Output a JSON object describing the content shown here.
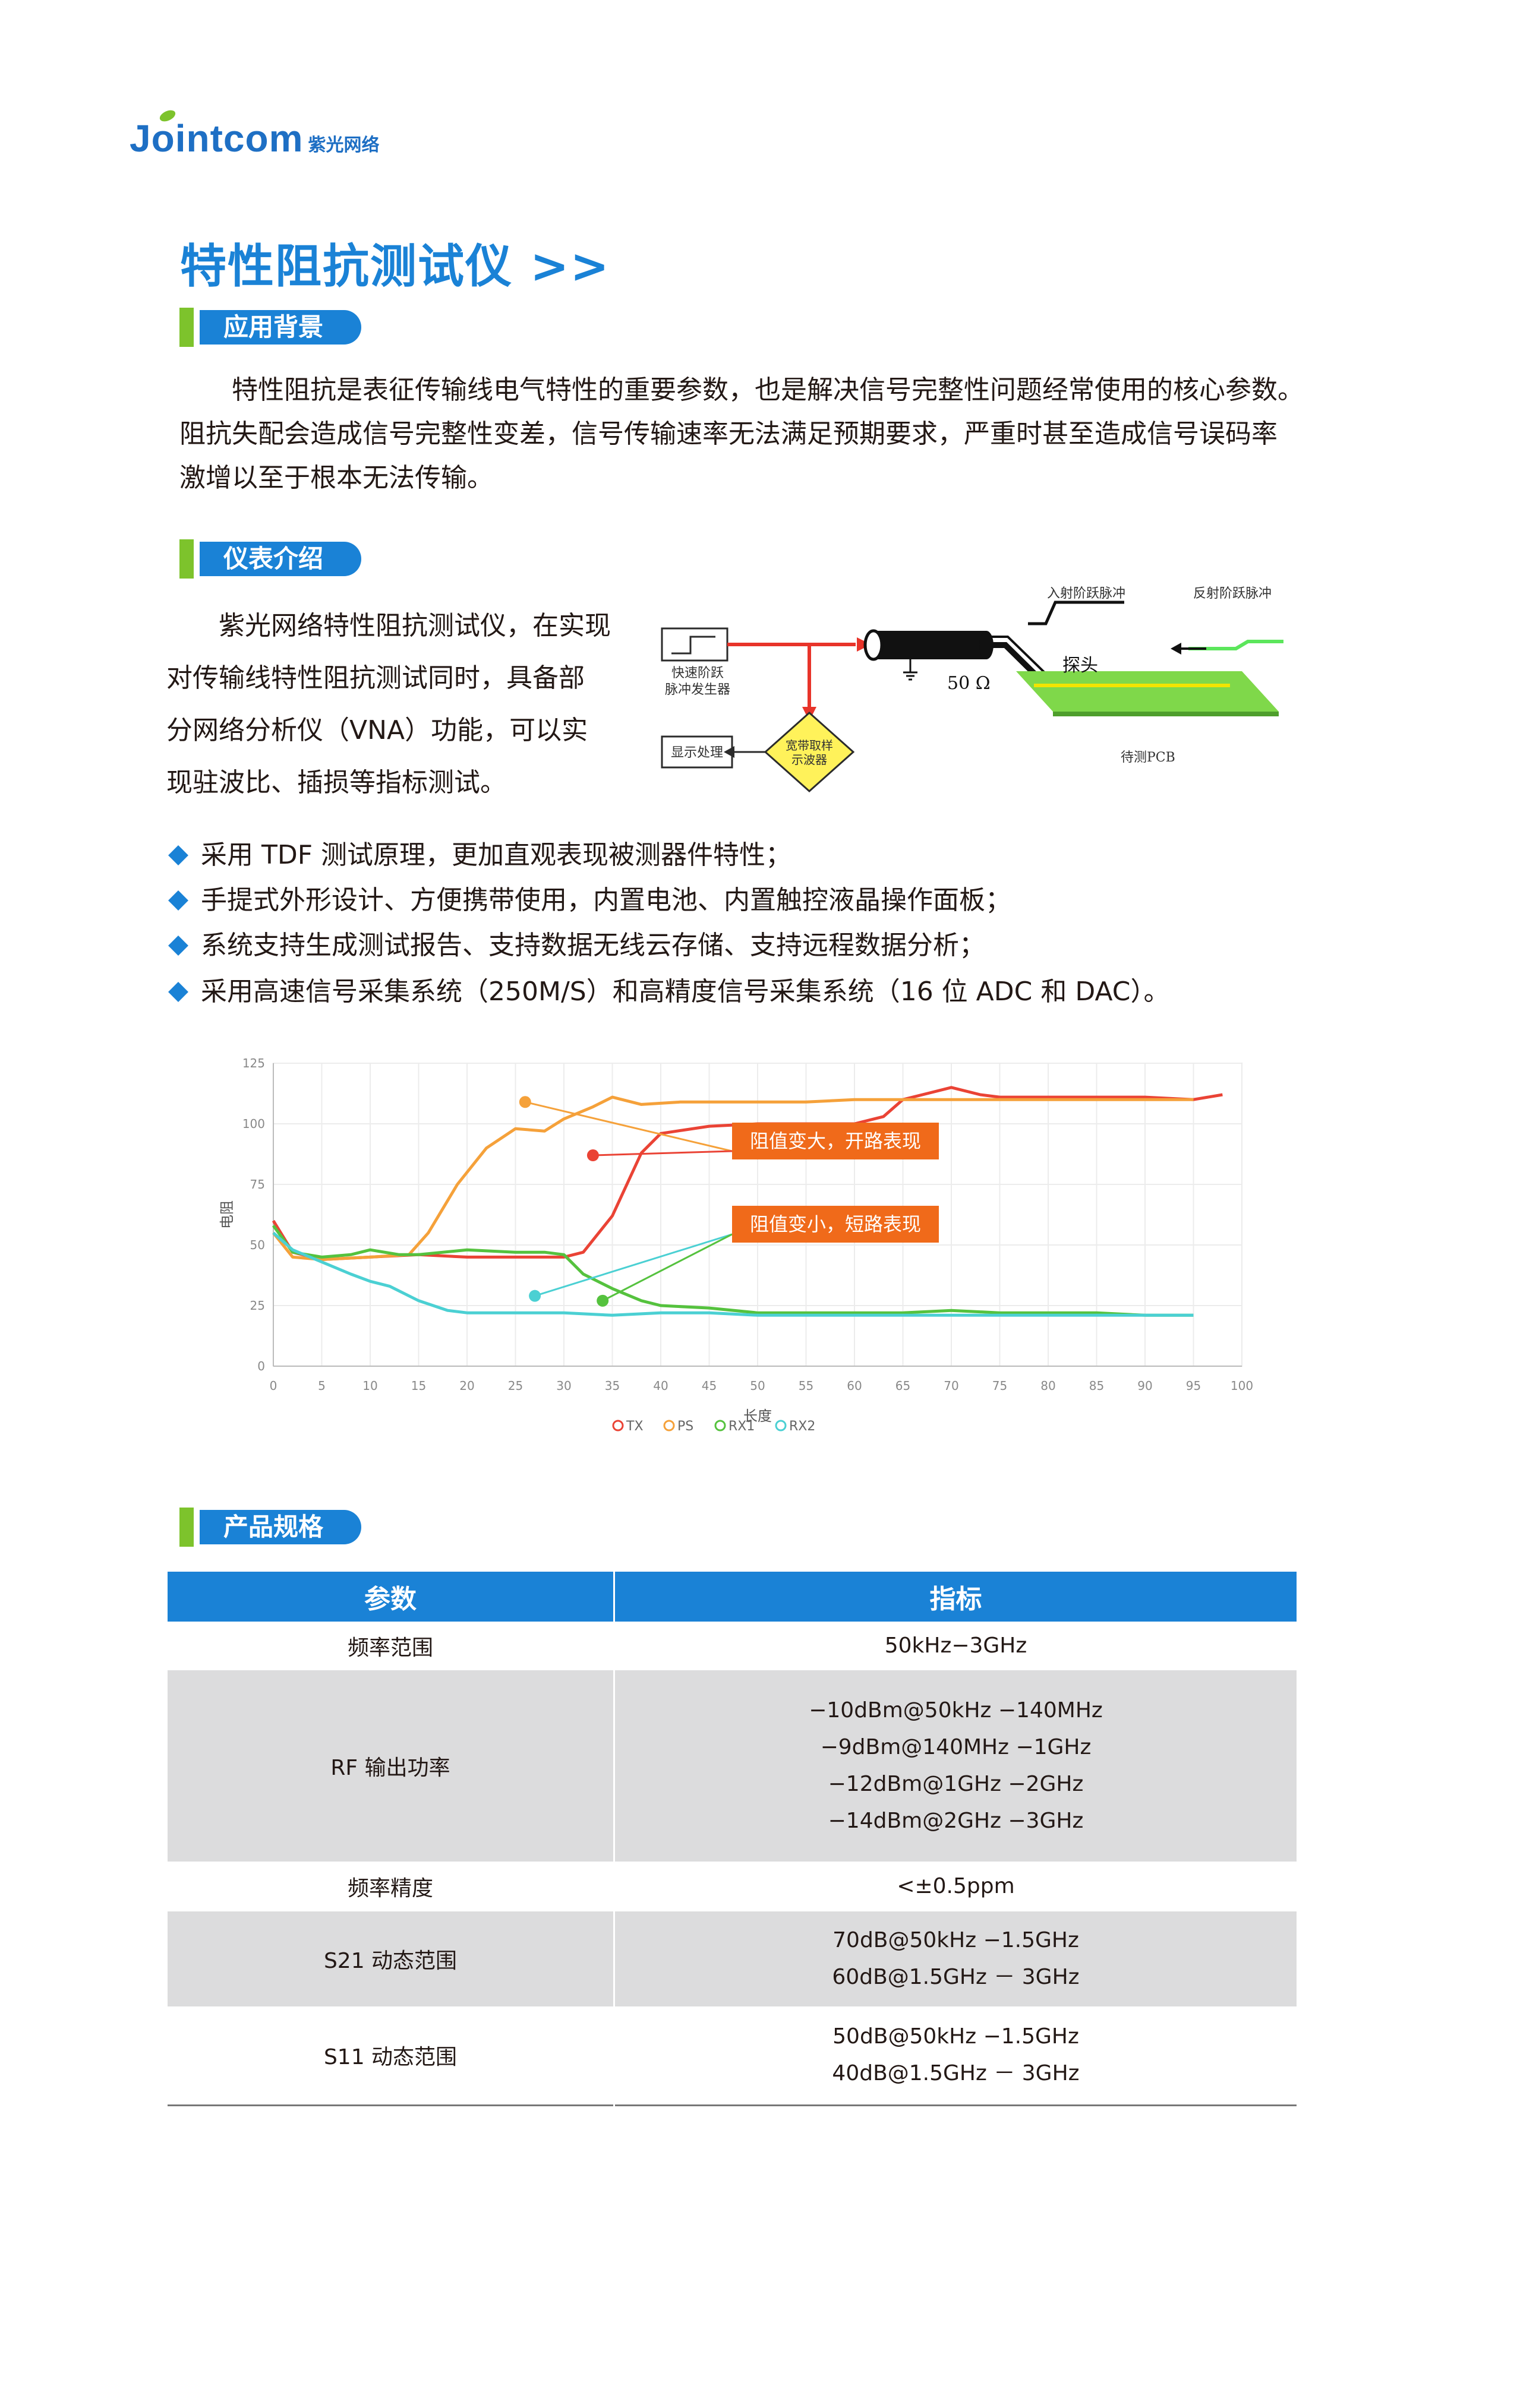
{
  "brand": {
    "logo_word": "Jointcom",
    "logo_cn": "紫光网络"
  },
  "title": "特性阻抗测试仪 >>",
  "sections": {
    "background": {
      "heading": "应用背景",
      "lines": [
        "特性阻抗是表征传输线电气特性的重要参数，也是解决信号完整性问题经常使用的核心参数。",
        "阻抗失配会造成信号完整性变差，信号传输速率无法满足预期要求，严重时甚至造成信号误码率",
        "激增以至于根本无法传输。"
      ]
    },
    "intro": {
      "heading": "仪表介绍",
      "lines": [
        "紫光网络特性阻抗测试仪，在实现",
        "对传输线特性阻抗测试同时，具备部",
        "分网络分析仪（VNA）功能，可以实",
        "现驻波比、插损等指标测试。"
      ]
    },
    "specs": {
      "heading": "产品规格"
    }
  },
  "diagram": {
    "generator": "快速阶跃\n脉冲发生器",
    "generator_l1": "快速阶跃",
    "generator_l2": "脉冲发生器",
    "display": "显示处理",
    "scope_l1": "宽带取样",
    "scope_l2": "示波器",
    "ohm": "50 Ω",
    "incident": "入射阶跃脉冲",
    "reflected": "反射阶跃脉冲",
    "probe": "探头",
    "pcb": "待测PCB",
    "colors": {
      "signal": "#e8342a",
      "trace": "#f2e400",
      "board": "#7fd84a",
      "reflect": "#5ce65c"
    }
  },
  "features": [
    "采用 TDF 测试原理，更加直观表现被测器件特性；",
    "手提式外形设计、方便携带使用，内置电池、内置触控液晶操作面板；",
    "系统支持生成测试报告、支持数据无线云存储、支持远程数据分析；",
    "采用高速信号采集系统（250M/S）和高精度信号采集系统（16 位 ADC 和 DAC）。"
  ],
  "chart_data": {
    "type": "line",
    "title": "",
    "xlabel": "长度",
    "ylabel": "电阻",
    "xlim": [
      0,
      100
    ],
    "ylim": [
      0,
      125
    ],
    "xticks": [
      0,
      5,
      10,
      15,
      20,
      25,
      30,
      35,
      40,
      45,
      50,
      55,
      60,
      65,
      70,
      75,
      80,
      85,
      90,
      95,
      100
    ],
    "yticks": [
      0,
      25,
      50,
      75,
      100,
      125
    ],
    "grid": true,
    "legend_position": "bottom",
    "series": [
      {
        "name": "TX",
        "color": "#ea4335",
        "x": [
          0,
          2,
          5,
          10,
          15,
          20,
          25,
          30,
          32,
          35,
          38,
          40,
          45,
          50,
          55,
          60,
          63,
          65,
          68,
          70,
          73,
          75,
          80,
          85,
          90,
          95,
          98
        ],
        "y": [
          60,
          47,
          44,
          45,
          46,
          45,
          45,
          45,
          47,
          62,
          88,
          96,
          99,
          100,
          100,
          100,
          103,
          110,
          113,
          115,
          112,
          111,
          111,
          111,
          111,
          110,
          112
        ]
      },
      {
        "name": "PS",
        "color": "#f5a13a",
        "x": [
          0,
          2,
          5,
          10,
          14,
          16,
          19,
          22,
          25,
          28,
          30,
          33,
          35,
          38,
          42,
          45,
          50,
          55,
          60,
          65,
          70,
          75,
          80,
          85,
          90,
          95
        ],
        "y": [
          55,
          45,
          44,
          45,
          46,
          55,
          75,
          90,
          98,
          97,
          102,
          107,
          111,
          108,
          109,
          109,
          109,
          109,
          110,
          110,
          110,
          110,
          110,
          110,
          110,
          110
        ]
      },
      {
        "name": "RX1",
        "color": "#55c23e",
        "x": [
          0,
          2,
          5,
          8,
          10,
          13,
          15,
          20,
          25,
          28,
          30,
          32,
          35,
          38,
          40,
          45,
          50,
          55,
          60,
          65,
          70,
          75,
          80,
          85,
          90,
          95
        ],
        "y": [
          58,
          47,
          45,
          46,
          48,
          46,
          46,
          48,
          47,
          47,
          46,
          38,
          32,
          27,
          25,
          24,
          22,
          22,
          22,
          22,
          23,
          22,
          22,
          22,
          21,
          21
        ]
      },
      {
        "name": "RX2",
        "color": "#4bd0d3",
        "x": [
          0,
          2,
          5,
          8,
          10,
          12,
          15,
          18,
          20,
          25,
          30,
          35,
          40,
          45,
          50,
          55,
          60,
          65,
          70,
          75,
          80,
          85,
          90,
          95
        ],
        "y": [
          55,
          48,
          43,
          38,
          35,
          33,
          27,
          23,
          22,
          22,
          22,
          21,
          22,
          22,
          21,
          21,
          21,
          21,
          21,
          21,
          21,
          21,
          21,
          21
        ]
      }
    ],
    "annotations": [
      {
        "text": "阻值变大，开路表现",
        "color": "#f06a1a",
        "points": [
          [
            26,
            109
          ],
          [
            33,
            87
          ]
        ]
      },
      {
        "text": "阻值变小，短路表现",
        "color": "#f06a1a",
        "points": [
          [
            27,
            29
          ],
          [
            34,
            27
          ]
        ]
      }
    ]
  },
  "spec_table": {
    "headers": [
      "参数",
      "指标"
    ],
    "rows": [
      {
        "param": "频率范围",
        "values": [
          "50kHz−3GHz"
        ]
      },
      {
        "param": "RF 输出功率",
        "values": [
          "−10dBm@50kHz −140MHz",
          "−9dBm@140MHz −1GHz",
          "−12dBm@1GHz −2GHz",
          "−14dBm@2GHz −3GHz"
        ]
      },
      {
        "param": "频率精度",
        "values": [
          "<±0.5ppm"
        ]
      },
      {
        "param": "S21 动态范围",
        "values": [
          "70dB@50kHz −1.5GHz",
          "60dB@1.5GHz － 3GHz"
        ]
      },
      {
        "param": "S11 动态范围",
        "values": [
          "50dB@50kHz −1.5GHz",
          "40dB@1.5GHz － 3GHz"
        ]
      }
    ]
  }
}
